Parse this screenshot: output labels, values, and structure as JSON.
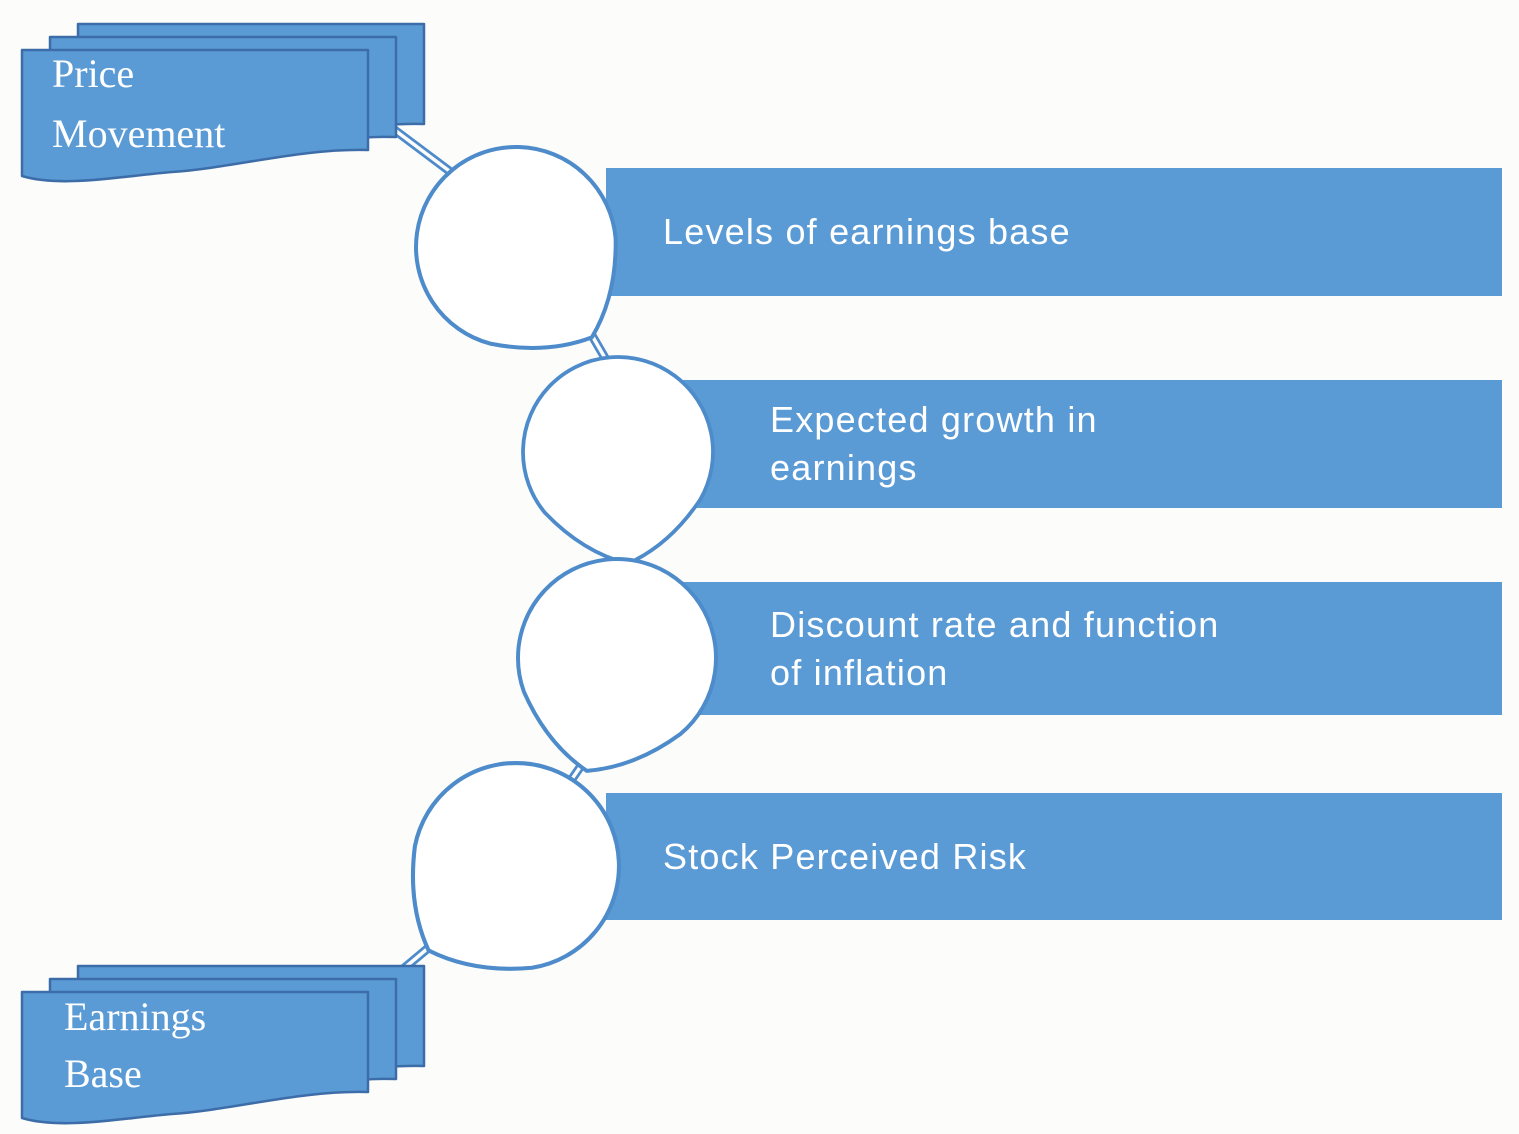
{
  "diagram": {
    "start_label": {
      "text": "Price Movement",
      "lines": [
        "Price",
        "Movement"
      ]
    },
    "end_label": {
      "text": "Earnings Base",
      "lines": [
        "Earnings",
        "Base"
      ]
    },
    "items": [
      {
        "label": "Levels of earnings base",
        "lines": [
          "Levels of earnings base"
        ]
      },
      {
        "label": "Expected growth in earnings",
        "lines": [
          "Expected growth in",
          "earnings"
        ]
      },
      {
        "label": "Discount rate and function of inflation",
        "lines": [
          "Discount rate and function",
          "of inflation"
        ]
      },
      {
        "label": "Stock Perceived Risk",
        "lines": [
          "Stock Perceived Risk"
        ]
      }
    ],
    "colors": {
      "bar_fill": "#5b9bd5",
      "shape_fill": "#5b9bd5",
      "shape_border": "#3d6da8",
      "balloon_stroke": "#4e8bca",
      "connector": "#4e8bca",
      "text": "#ffffff",
      "background": "#fcfcfa"
    }
  }
}
